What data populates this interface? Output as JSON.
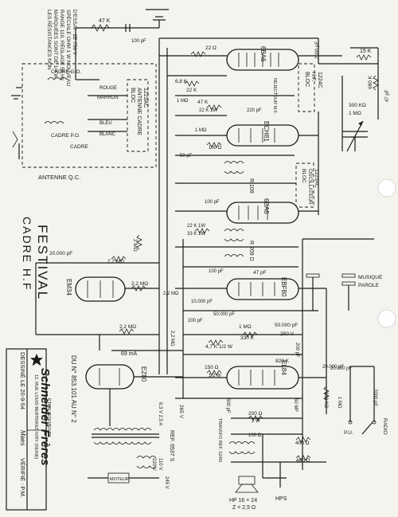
{
  "title": {
    "name": "FESTIVAL",
    "subtitle": "CADRE H.F"
  },
  "notes": {
    "resistances": [
      "LES RÉSISTANCES NON",
      "MARQUÉES SONT DE 1/4 W",
      "RANGE 110, RÉGLAGE 50 Hz",
      "SPÉCIALE OHM 1 W NOUVEAU"
    ],
    "test_voltage": "D'ESSAI : 2E 750 V"
  },
  "tubes": [
    {
      "id": "6BA6_1",
      "label": "6BA6"
    },
    {
      "id": "ECH81",
      "label": "ECH81"
    },
    {
      "id": "6BA6_2",
      "label": "6BA6"
    },
    {
      "id": "EBF80",
      "label": "EBF80"
    },
    {
      "id": "EL84",
      "label": "EL84"
    },
    {
      "id": "EZ80",
      "label": "EZ80"
    },
    {
      "id": "EM34",
      "label": "EM34"
    }
  ],
  "blocks": {
    "antenne_cadre": [
      "BLOC",
      "ANTENNE CADRE",
      "1223AC"
    ],
    "bloc_hf": [
      "BLOC",
      "H.F.",
      "1224C"
    ],
    "oscillateur": [
      "BLOC",
      "OSCILLATEUR",
      "1223AC"
    ],
    "rejecteur": "REJECTEUR M.F."
  },
  "wires": [
    "ROUGE",
    "MARRON",
    "BLEU",
    "BLANC"
  ],
  "antenna": {
    "cadre_go": "CADRE G.O.",
    "cadre_po": "CADRE P.O.",
    "antenne_qc": "ANTENNE Q.C.",
    "cadre": "CADRE"
  },
  "component_values": [
    "47 K",
    "100 pF",
    "2000 pF",
    "15 K",
    "680 K",
    "47 pF",
    "300 KΩ",
    "1 MΩ",
    "22 Ω",
    "22 K",
    "6,8 K",
    "47 K",
    "22 K 1W",
    "1 MΩ",
    "1 MΩ",
    "220 pF",
    "100 Ω",
    "50 pF",
    "R 109",
    "R 209 D",
    "100 pF",
    "22 K 1W",
    "33 K 1W",
    "2 MΩ",
    "20.000 pF",
    "2,2 MΩ",
    "2,2 MΩ",
    "2,2 MΩ",
    "47 pF",
    "100 pF",
    "2,2 MΩ",
    "50.000 pF",
    "200 pF",
    "10.000 pF",
    "2,2 MΩ",
    "4,7 K 1/2 W",
    "330 K",
    "1 MΩ",
    "50.000 pF",
    "250 V",
    "820 K",
    "20.000 pF",
    "200 pF",
    "100 KΩ",
    "1 MΩ",
    "150 Ω",
    "1/2 W",
    "500 pF",
    "200 Ω",
    "1 W",
    "400 Ω",
    "100 Ω",
    "50 MF",
    "400 Ω"
  ],
  "misc_labels": {
    "current": "69 mA",
    "hv1": "265 V",
    "hv2": "6,3 V 2,5 A",
    "ref": "REF. 6537 S",
    "transfo": "TRANSFO REF. 12/60",
    "musique": "MUSIQUE",
    "parole": "PAROLE",
    "pu": "P.U.",
    "radio": "RADIO",
    "moteur": "MOTEUR",
    "voltages": [
      "110 V",
      "220 V",
      "245 V"
    ],
    "hp": "HP 16 × 24",
    "hp_z": "Z = 2,5 Ω",
    "hps": "HPS",
    "cap_20000": "20.000 pF",
    "cap_2000": "2000 pF"
  },
  "title_block": {
    "doc_ref": "DU N° 853.101 AU N° 2",
    "company": "Schneider Frères",
    "etablissements": "ÉTABLISSEMENTS",
    "address": "12, RUE LOUIS BERTRAND  IVRY (SEINE)",
    "drawn": "DESSINÉ LE 20-9-54",
    "signature": "Maes",
    "verified": "VÉRIFIÉ : P.M."
  }
}
